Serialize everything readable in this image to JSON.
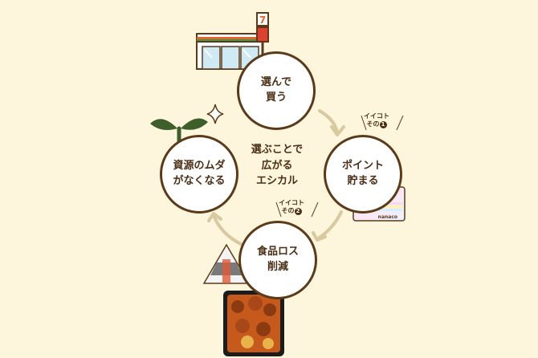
{
  "cycle": {
    "buy": {
      "line1": "選んで",
      "line2": "買う"
    },
    "point": {
      "line1": "ポイント",
      "line2": "貯まる"
    },
    "loss": {
      "line1": "食品ロス",
      "line2": "削減"
    },
    "resource": {
      "line1": "資源のムダ",
      "line2": "がなくなる"
    }
  },
  "center": {
    "line1": "選ぶことで",
    "line2": "広がる",
    "line3": "エシカル"
  },
  "badges": [
    {
      "label": "イイコト",
      "prefix": "その",
      "number": "1"
    },
    {
      "label": "イイコト",
      "prefix": "その",
      "number": "2"
    }
  ],
  "card": {
    "brand": "nanaco"
  },
  "store": {
    "sign": "7"
  },
  "colors": {
    "background": "#fdf6dc",
    "outline": "#5b3a1a",
    "arrow": "#d8c9a0",
    "leaf": "#3f5f2a"
  }
}
